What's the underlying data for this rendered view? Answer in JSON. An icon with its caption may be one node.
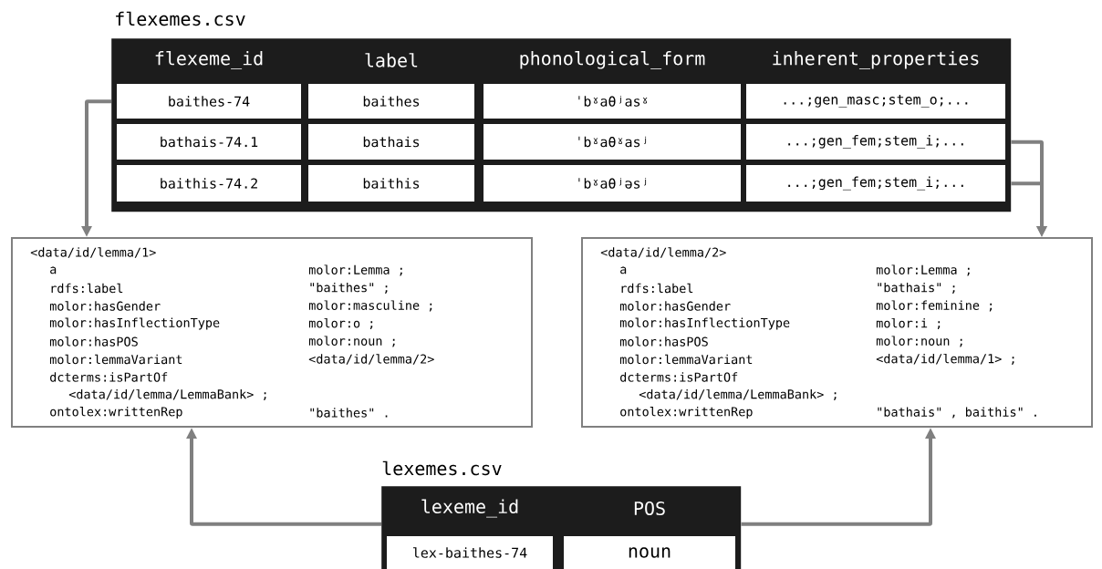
{
  "diagram": {
    "nodes": [
      {
        "text": [
          "flexemes.csv"
        ]
      },
      {
        "text": [
          "flexeme_id",
          "label",
          "phonological_form",
          "inherent_properties"
        ],
        "in": 0
      },
      {
        "text": [
          "baithes-74",
          "baithes",
          "ˈbˠaθʲasˠ",
          "...;gen_masc;stem_o;..."
        ],
        "in": 0
      },
      {
        "text": [
          "bathais-74.1",
          "bathais",
          "ˈbˠaθˠasʲ",
          "...;gen_fem;stem_i;..."
        ],
        "in": 0
      },
      {
        "text": [
          "baithis-74.2",
          "baithis",
          "ˈbˠaθʲəsʲ",
          "...;gen_fem;stem_i;..."
        ],
        "in": 0
      },
      {
        "text": [
          "<data/id/lemma/1>",
          "a",
          "molor:Lemma ;",
          "rdfs:label",
          "\"baithes\" ;",
          "molor:hasGender",
          "molor:masculine ;",
          "molor:hasInflectionType",
          "molor:o ;",
          "molor:hasPOS",
          "molor:noun ;",
          "molor:lemmaVariant",
          "<data/id/lemma/2>",
          "dcterms:isPartOf",
          "<data/id/lemma/LemmaBank> ;",
          "ontolex:writtenRep",
          "\"baithes\" ."
        ]
      },
      {
        "text": [
          "<data/id/lemma/2>",
          "a",
          "molor:Lemma ;",
          "rdfs:label",
          "\"bathais\" ;",
          "molor:hasGender",
          "molor:feminine ;",
          "molor:hasInflectionType",
          "molor:i ;",
          "molor:hasPOS",
          "molor:noun ;",
          "molor:lemmaVariant",
          "<data/id/lemma/1> ;",
          "dcterms:isPartOf",
          "<data/id/lemma/LemmaBank> ;",
          "ontolex:writtenRep",
          "\"bathais\" , baithis\" ."
        ]
      },
      {
        "text": [
          "lexemes.csv"
        ]
      },
      {
        "text": [
          "lexeme_id",
          "POS"
        ],
        "in": 7
      },
      {
        "text": [
          "lex-baithes-74",
          "noun"
        ],
        "in": 7
      }
    ],
    "edges": [
      {
        "from": 2,
        "to": 5,
        "arrow": "to"
      },
      {
        "from": 3,
        "to": 6,
        "arrow": "to"
      },
      {
        "from": 4,
        "to": 6,
        "arrow": "to"
      },
      {
        "from": 7,
        "to": 5,
        "arrow": "to"
      },
      {
        "from": 7,
        "to": 6,
        "arrow": "to"
      }
    ]
  }
}
